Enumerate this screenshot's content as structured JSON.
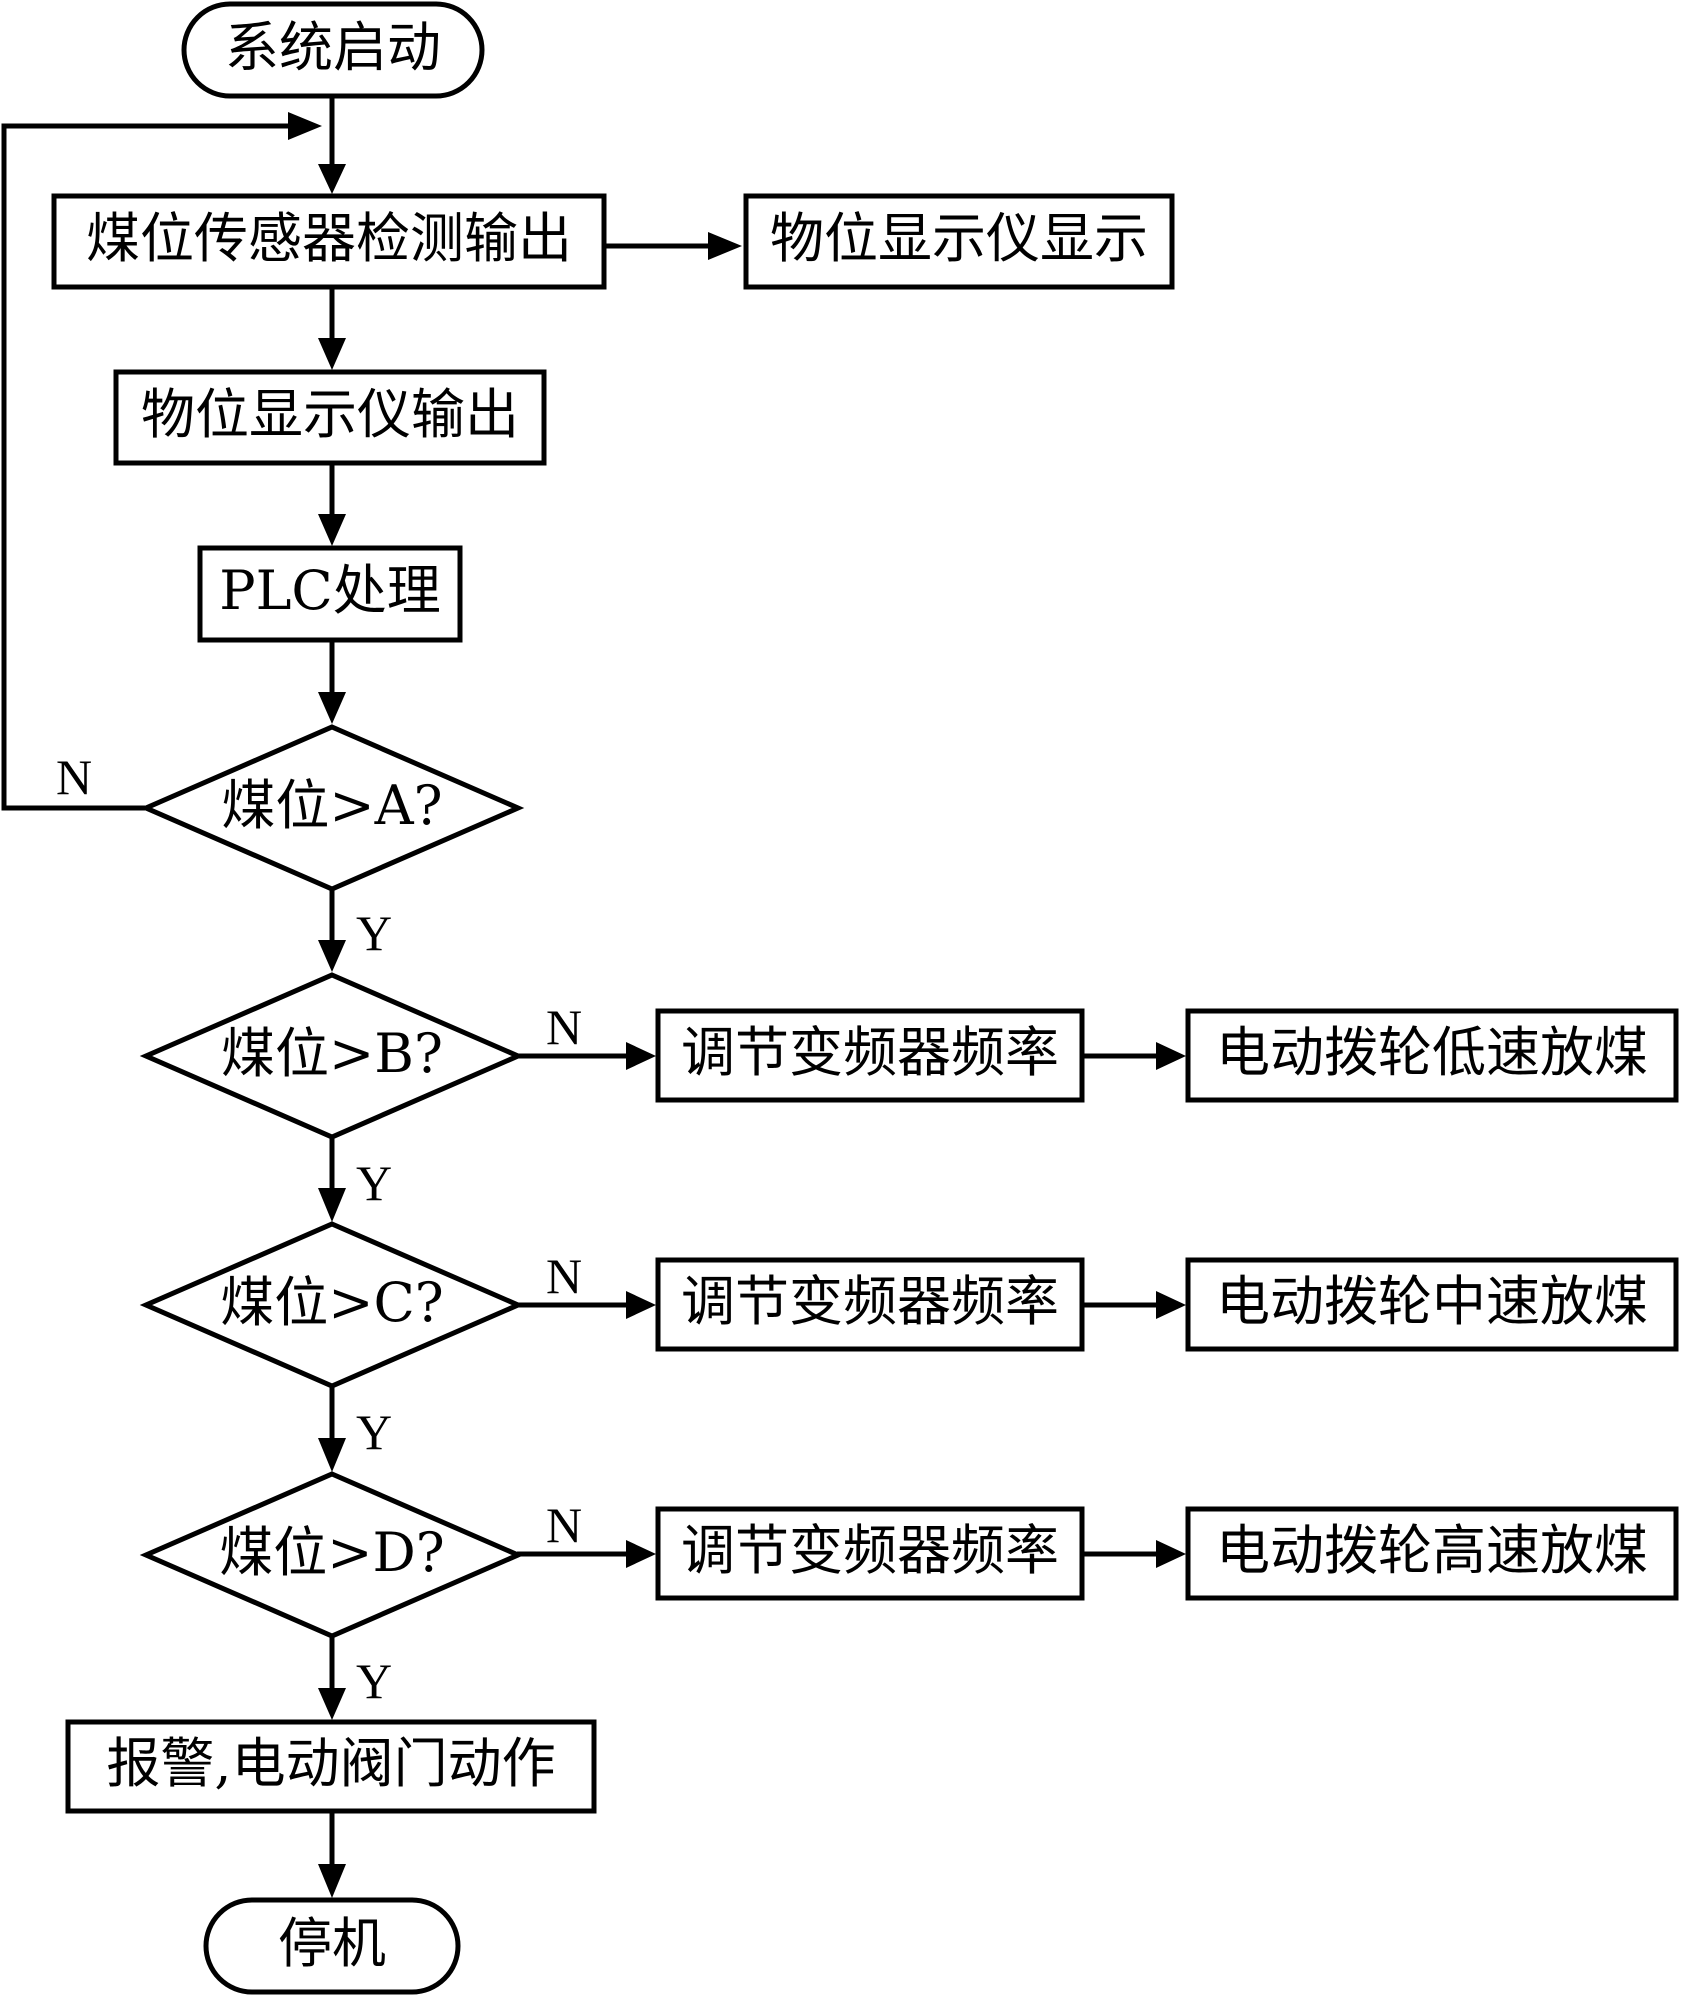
{
  "nodes": {
    "start": "系统启动",
    "sensor": "煤位传感器检测输出",
    "display": "物位显示仪显示",
    "meter_out": "物位显示仪输出",
    "plc": "PLC处理",
    "check_a": "煤位>A?",
    "check_b": "煤位>B?",
    "adjust_b": "调节变频器频率",
    "low_speed": "电动拨轮低速放煤",
    "check_c": "煤位>C?",
    "adjust_c": "调节变频器频率",
    "mid_speed": "电动拨轮中速放煤",
    "check_d": "煤位>D?",
    "adjust_d": "调节变频器频率",
    "high_speed": "电动拨轮高速放煤",
    "alarm": "报警,电动阀门动作",
    "stop": "停机"
  },
  "labels": {
    "a_no": "N",
    "a_yes": "Y",
    "b_no": "N",
    "b_yes": "Y",
    "c_no": "N",
    "c_yes": "Y",
    "d_no": "N",
    "d_yes": "Y"
  }
}
